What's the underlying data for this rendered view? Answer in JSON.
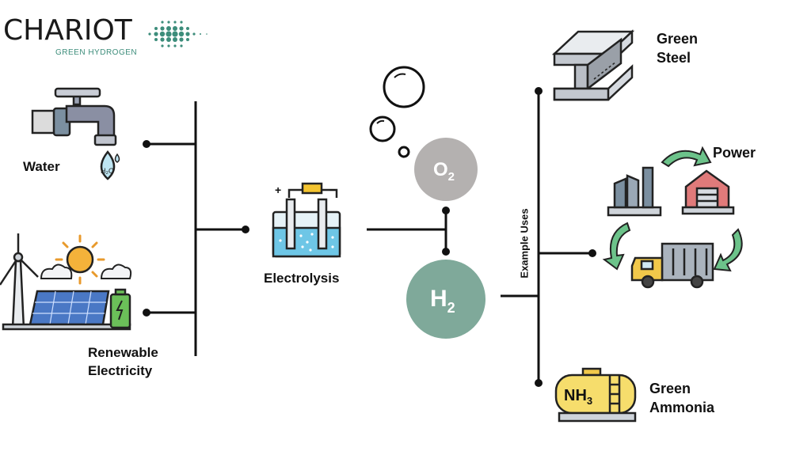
{
  "brand": {
    "name": "CHARIOT",
    "tagline": "GREEN HYDROGEN"
  },
  "inputs": {
    "water": "Water",
    "renewable_line1": "Renewable",
    "renewable_line2": "Electricity"
  },
  "process": {
    "label": "Electrolysis",
    "plus": "+",
    "minus": "−"
  },
  "outputs": {
    "o2": "O",
    "o2_sub": "2",
    "h2": "H",
    "h2_sub": "2"
  },
  "uses": {
    "label": "Example Uses",
    "steel_line1": "Green",
    "steel_line2": "Steel",
    "power": "Power",
    "ammonia_line1": "Green",
    "ammonia_line2": "Ammonia",
    "nh3": "NH",
    "nh3_sub": "3"
  },
  "icons": [
    "faucet-icon",
    "water-drop-icon",
    "wind-turbine-icon",
    "solar-panel-icon",
    "sun-icon",
    "battery-icon",
    "electrolysis-cell-icon",
    "steel-beam-icon",
    "factory-icon",
    "warehouse-icon",
    "truck-icon",
    "ammonia-tank-icon"
  ],
  "colors": {
    "o2_bubble": "#b4b1b0",
    "h2_bubble": "#7fa99a",
    "brand_accent": "#3d8d7b",
    "line": "#111111"
  }
}
